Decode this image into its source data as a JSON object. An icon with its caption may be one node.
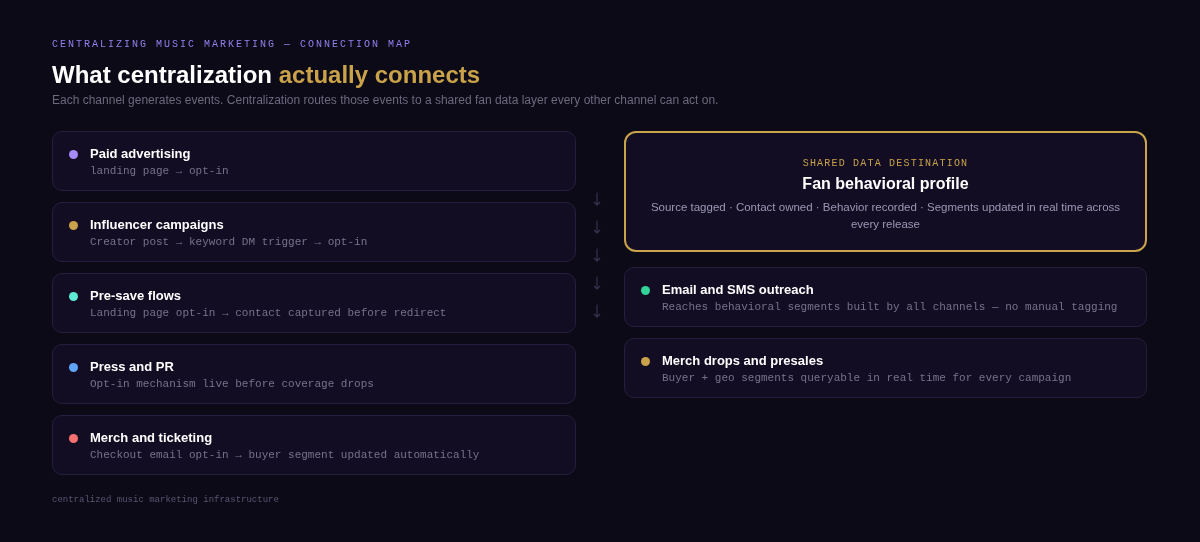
{
  "diagram": {
    "title": "What centralization *actually connects*",
    "nodes": [
      {
        "text": [
          "Paid advertising",
          "landing page → opt-in"
        ]
      },
      {
        "text": [
          "Influencer campaigns",
          "Creator post → keyword DM trigger → opt-in"
        ]
      },
      {
        "text": [
          "Pre-save flows",
          "Landing page opt-in → contact captured before redirect"
        ]
      },
      {
        "text": [
          "Press and PR",
          "Opt-in mechanism live before coverage drops"
        ]
      },
      {
        "text": [
          "Merch and ticketing",
          "Checkout email opt-in → buyer segment updated automatically"
        ]
      },
      {
        "text": [
          "SHARED DATA DESTINATION",
          "Fan behavioral profile",
          "Source tagged · Contact owned · Behavior recorded · Segments updated in real time across every release"
        ]
      },
      {
        "text": [
          "Email and SMS outreach",
          "Reaches behavioral segments built by all channels — no manual tagging"
        ]
      },
      {
        "text": [
          "Merch drops and presales",
          "Buyer + geo segments queryable in real time for every campaign"
        ]
      }
    ],
    "labels": [
      "CENTRALIZING MUSIC MARKETING — CONNECTION MAP",
      "Each channel generates events. Centralization routes those events to a shared fan data layer every other channel can act on.",
      "centralized music marketing infrastructure"
    ]
  }
}
